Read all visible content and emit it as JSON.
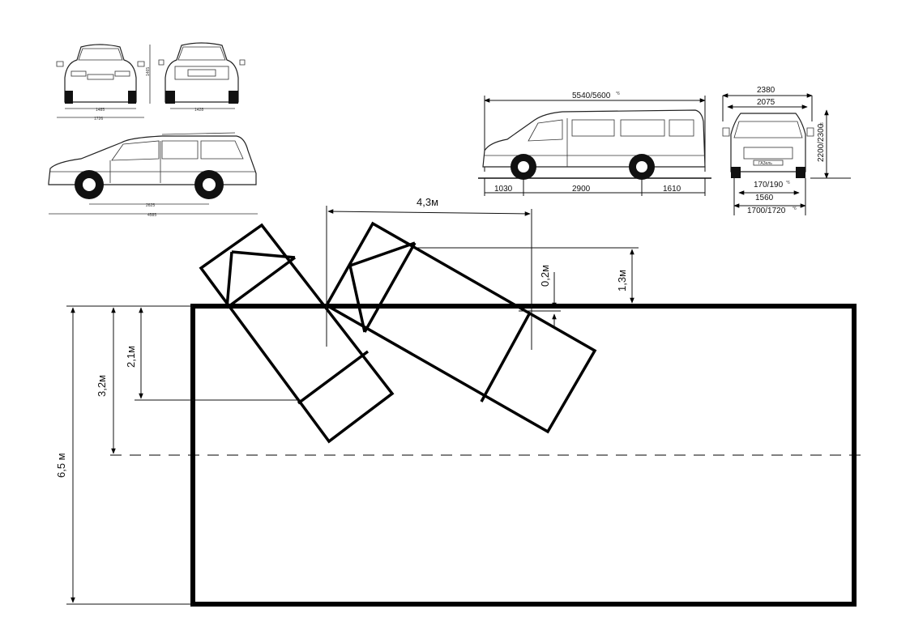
{
  "diagram": {
    "measurements": {
      "depth_total": "6,5 м",
      "depth_middle": "3,2м",
      "depth_offset": "2,1м",
      "width_span": "4,3м",
      "gap_small": "0,2м",
      "overhang": "1,3м"
    },
    "wagon_drawing": {
      "front_track": "1485",
      "front_width": "1726",
      "rear_track": "1428",
      "height": "1465",
      "wheelbase": "2625",
      "length": "4585"
    },
    "van_drawing": {
      "length": "5540/5600",
      "length_note": "*6",
      "front_overhang": "1030",
      "wheelbase": "2900",
      "rear_overhang": "1610",
      "width_mirrors": "2380",
      "width_body": "2075",
      "height": "2200/2300",
      "height_note": "*6",
      "clearance": "170/190",
      "clearance_note": "*6",
      "rear_track": "1560",
      "front_track": "1700/1720",
      "front_track_note": "*6",
      "plate_text": "ГАЗель"
    }
  }
}
